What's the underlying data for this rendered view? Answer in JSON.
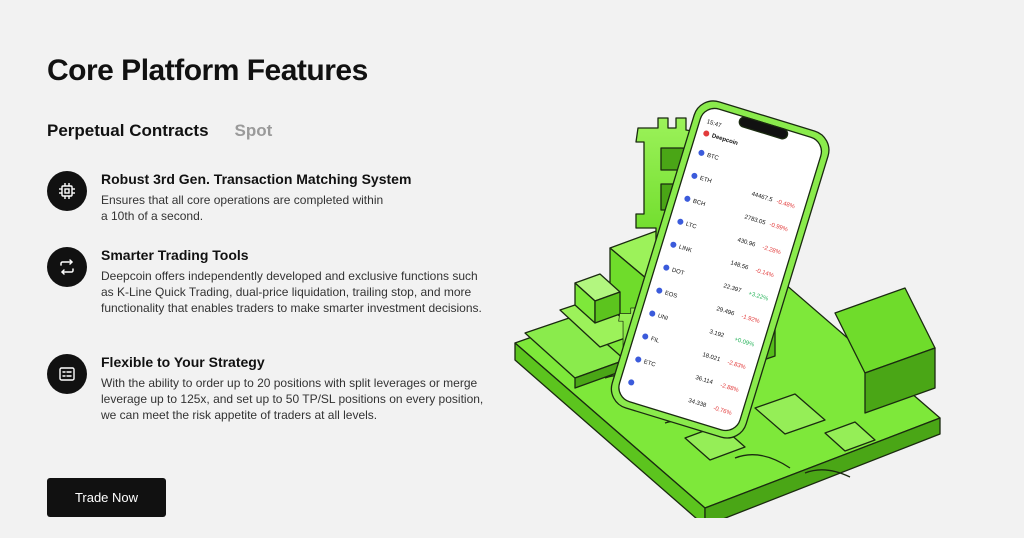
{
  "title": "Core Platform Features",
  "tabs": [
    {
      "label": "Perpetual Contracts",
      "active": true
    },
    {
      "label": "Spot",
      "active": false
    }
  ],
  "features": [
    {
      "icon": "chip-icon",
      "title": "Robust 3rd Gen. Transaction Matching System",
      "desc": "Ensures that all core operations are completed within a 10th of a second."
    },
    {
      "icon": "swap-arrows-icon",
      "title": "Smarter Trading Tools",
      "desc": "Deepcoin offers independently developed and exclusive functions such as K-Line Quick Trading, dual-price liquidation, trailing stop, and more functionality that enables traders to make smarter investment decisions."
    },
    {
      "icon": "terminal-window-icon",
      "title": "Flexible to Your Strategy",
      "desc": "With the ability to order up to 20 positions with split leverages or merge leverage up to 125x, and set up to 50 TP/SL positions on every position, we can meet the risk appetite of traders at all levels."
    }
  ],
  "cta": {
    "label": "Trade Now"
  },
  "phone": {
    "time": "15:47",
    "brand": "Deepcoin",
    "rows": [
      {
        "sym": "BTC",
        "price": "",
        "change": ""
      },
      {
        "sym": "ETH",
        "price": "44467.5",
        "change": "-0.48%"
      },
      {
        "sym": "BCH",
        "price": "2783.05",
        "change": "-0.99%"
      },
      {
        "sym": "LTC",
        "price": "430.96",
        "change": "-2.28%"
      },
      {
        "sym": "LINK",
        "price": "148.56",
        "change": "-0.14%"
      },
      {
        "sym": "DOT",
        "price": "22.397",
        "change": "+3.22%"
      },
      {
        "sym": "EOS",
        "price": "29.496",
        "change": "-1.92%"
      },
      {
        "sym": "UNI",
        "price": "3.192",
        "change": "+0.09%"
      },
      {
        "sym": "FIL",
        "price": "18.021",
        "change": "-2.83%"
      },
      {
        "sym": "ETC",
        "price": "36.114",
        "change": "-2.88%"
      },
      {
        "sym": "",
        "price": "34.338",
        "change": "-0.76%"
      }
    ]
  },
  "colors": {
    "accent_green": "#7ee83a",
    "dark": "#111111",
    "muted": "#9a9a9a",
    "down": "#e23b3b",
    "up": "#27b35a"
  }
}
